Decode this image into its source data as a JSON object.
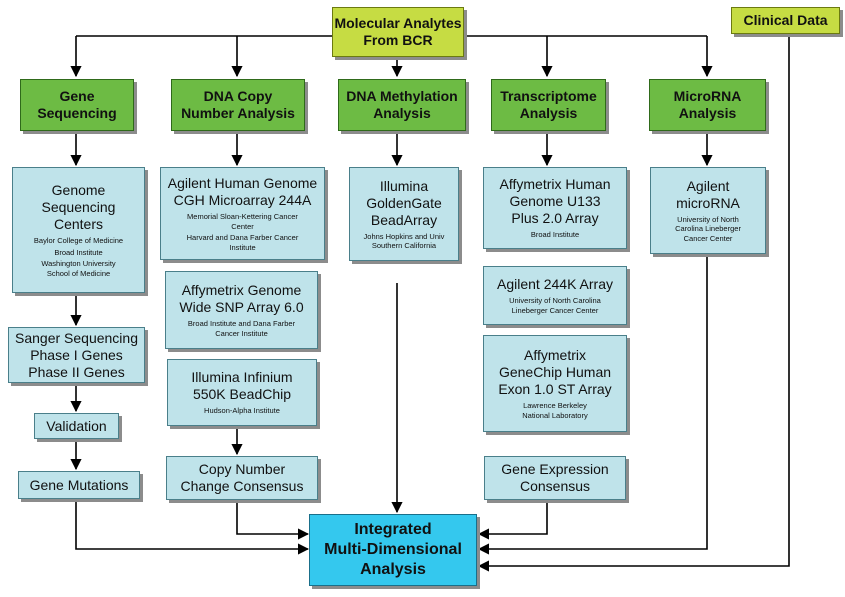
{
  "colors": {
    "source": "#c6dc43",
    "category": "#6dbb44",
    "platform": "#bfe3ea",
    "final": "#34c8ee",
    "line": "#000000"
  },
  "source": {
    "label": "Molecular Analytes\nFrom BCR"
  },
  "clinical": {
    "label": "Clinical Data"
  },
  "categories": {
    "gene_sequencing": "Gene\nSequencing",
    "copy_number": "DNA Copy\nNumber Analysis",
    "methylation": "DNA Methylation\nAnalysis",
    "transcriptome": "Transcriptome\nAnalysis",
    "microrna": "MicroRNA\nAnalysis"
  },
  "platforms": {
    "genome_centers": {
      "title": "Genome\nSequencing\nCenters",
      "notes": [
        "Baylor College of Medicine",
        "Broad Institute",
        "Washington University\nSchool of Medicine"
      ]
    },
    "sanger": {
      "title": "Sanger Sequencing\nPhase I Genes\nPhase II Genes"
    },
    "validation": {
      "title": "Validation"
    },
    "gene_mutations": {
      "title": "Gene Mutations"
    },
    "agilent_cgh": {
      "title": "Agilent Human Genome\nCGH Microarray 244A",
      "notes": [
        "Memorial Sloan-Kettering Cancer\nCenter",
        "Harvard and Dana Farber Cancer\nInstitute"
      ]
    },
    "affy_snp": {
      "title": "Affymetrix Genome\nWide SNP Array 6.0",
      "notes": [
        "Broad Institute and Dana Farber\nCancer Institute"
      ]
    },
    "illumina_infinium": {
      "title": "Illumina Infinium\n550K BeadChip",
      "notes": [
        "Hudson-Alpha Institute"
      ]
    },
    "cn_consensus": {
      "title": "Copy Number\nChange Consensus"
    },
    "goldengate": {
      "title": "Illumina\nGoldenGate\nBeadArray",
      "notes": [
        "Johns Hopkins and Univ\nSouthern California"
      ]
    },
    "affy_u133": {
      "title": "Affymetrix Human\nGenome U133\nPlus 2.0 Array",
      "notes": [
        "Broad Institute"
      ]
    },
    "agilent_244k": {
      "title": "Agilent 244K Array",
      "notes": [
        "University of North Carolina\nLineberger Cancer Center"
      ]
    },
    "affy_exon": {
      "title": "Affymetrix\nGeneChip Human\nExon 1.0 ST Array",
      "notes": [
        "Lawrence Berkeley\nNational Laboratory"
      ]
    },
    "ge_consensus": {
      "title": "Gene Expression\nConsensus"
    },
    "agilent_mirna": {
      "title": "Agilent\nmicroRNA",
      "notes": [
        "University of North\nCarolina Lineberger\nCancer Center"
      ]
    }
  },
  "final": {
    "label": "Integrated\nMulti-Dimensional\nAnalysis"
  }
}
